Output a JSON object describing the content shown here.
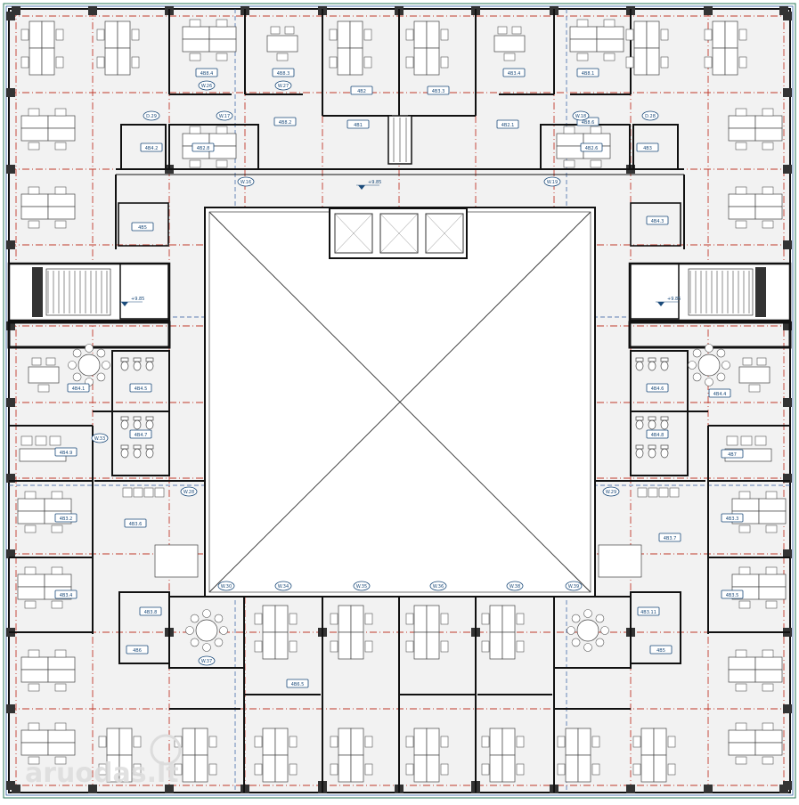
{
  "watermark": {
    "text": "aruodas.lt"
  },
  "room_tags": [
    {
      "id": "r1",
      "label": "4B8.4"
    },
    {
      "id": "r2",
      "label": "4B8.3"
    },
    {
      "id": "r3",
      "label": "4B2"
    },
    {
      "id": "r4",
      "label": "4B3.3"
    },
    {
      "id": "r5",
      "label": "4B3.4"
    },
    {
      "id": "r6",
      "label": "4B8.1"
    },
    {
      "id": "r7",
      "label": "4B8.2"
    },
    {
      "id": "r8",
      "label": "4B1"
    },
    {
      "id": "r9",
      "label": "4B2.1"
    },
    {
      "id": "r10",
      "label": "4B8.6"
    },
    {
      "id": "r11",
      "label": "4B2.8"
    },
    {
      "id": "r12",
      "label": "4B2.6"
    },
    {
      "id": "r13",
      "label": "4B4.2"
    },
    {
      "id": "r14",
      "label": "4B3"
    },
    {
      "id": "r15",
      "label": "4B5"
    },
    {
      "id": "r16",
      "label": "4B4.3"
    },
    {
      "id": "r17",
      "label": "4B4.1"
    },
    {
      "id": "r18",
      "label": "4B4.4"
    },
    {
      "id": "r19",
      "label": "4B4.5"
    },
    {
      "id": "r20",
      "label": "4B4.6"
    },
    {
      "id": "r21",
      "label": "4B4.7"
    },
    {
      "id": "r22",
      "label": "4B4.8"
    },
    {
      "id": "r23",
      "label": "4B4.9"
    },
    {
      "id": "r24",
      "label": "4B7"
    },
    {
      "id": "r25",
      "label": "4B3.2"
    },
    {
      "id": "r26",
      "label": "4B3.3"
    },
    {
      "id": "r27",
      "label": "4B3.4"
    },
    {
      "id": "r28",
      "label": "4B3.5"
    },
    {
      "id": "r29",
      "label": "4B3.6"
    },
    {
      "id": "r30",
      "label": "4B3.7"
    },
    {
      "id": "r31",
      "label": "4B3.8"
    },
    {
      "id": "r32",
      "label": "4B3.11"
    },
    {
      "id": "r33",
      "label": "4B6"
    },
    {
      "id": "r34",
      "label": "4B5"
    },
    {
      "id": "r35",
      "label": "4B6.5"
    }
  ],
  "door_tags": [
    {
      "id": "d1",
      "label": "W.26"
    },
    {
      "id": "d2",
      "label": "W.27"
    },
    {
      "id": "d3",
      "label": "W.17"
    },
    {
      "id": "d4",
      "label": "W.18"
    },
    {
      "id": "d5",
      "label": "W.16"
    },
    {
      "id": "d6",
      "label": "W.19"
    },
    {
      "id": "d7",
      "label": "W.28"
    },
    {
      "id": "d8",
      "label": "W.29"
    },
    {
      "id": "d9",
      "label": "W.30"
    },
    {
      "id": "d10",
      "label": "W.34"
    },
    {
      "id": "d11",
      "label": "W.35"
    },
    {
      "id": "d12",
      "label": "W.36"
    },
    {
      "id": "d13",
      "label": "W.38"
    },
    {
      "id": "d14",
      "label": "W.39"
    },
    {
      "id": "d15",
      "label": "W.37"
    },
    {
      "id": "d16",
      "label": "D.29"
    },
    {
      "id": "d17",
      "label": "D.28"
    },
    {
      "id": "d18",
      "label": "W.33"
    }
  ],
  "level_marks": [
    {
      "id": "l1",
      "label": "+9.85"
    },
    {
      "id": "l2",
      "label": "+9.85"
    },
    {
      "id": "l3",
      "label": "+9.85"
    }
  ]
}
